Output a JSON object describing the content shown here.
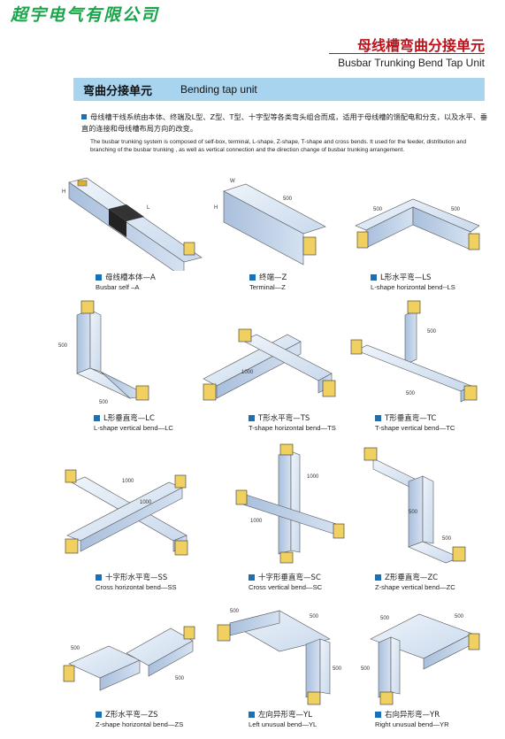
{
  "brand": "超宇电气有限公司",
  "header": {
    "title_cn": "母线槽弯曲分接单元",
    "title_en": "Busbar Trunking Bend Tap Unit"
  },
  "section": {
    "title_cn": "弯曲分接单元",
    "title_en": "Bending tap unit"
  },
  "intro": {
    "cn": "母线槽干线系统由本体、终端及L型、Z型、T型、十字型等各类弯头组合而成，适用于母线槽的馈配电和分支，以及水平、垂直的连接和母线槽布局方向的改变。",
    "en": "The busbar trunking system is composed of self-box, terminal, L-shape, Z-shape, T-shape and cross bends. It used for the feeder, distribution and branching of the busbar trunking , as well as vertical connection and the direction change of busbar trunking arrangement."
  },
  "dims": {
    "d500": "500",
    "d1000": "1000",
    "L": "L",
    "H": "H",
    "W": "W"
  },
  "figures": [
    {
      "cn": "母线槽本体—A",
      "en": "Busbar self –A"
    },
    {
      "cn": "终端—Z",
      "en": "Terminal—Z"
    },
    {
      "cn": "L形水平弯—LS",
      "en": "L-shape horizontal bend--LS"
    },
    {
      "cn": "L形垂直弯—LC",
      "en": "L-shape vertical bend—LC"
    },
    {
      "cn": "T形水平弯—TS",
      "en": "T-shape horizontal bend—TS"
    },
    {
      "cn": "T形垂直弯—TC",
      "en": "T-shape vertical bend—TC"
    },
    {
      "cn": "十字形水平弯—SS",
      "en": "Cross horizontal bend—SS"
    },
    {
      "cn": "十字形垂直弯—SC",
      "en": "Cross vertical bend—SC"
    },
    {
      "cn": "Z形垂直弯—ZC",
      "en": "Z-shape vertical bend—ZC"
    },
    {
      "cn": "Z形水平弯—ZS",
      "en": "Z-shape horizontal bend—ZS"
    },
    {
      "cn": "左向异形弯—YL",
      "en": "Left unusual bend—YL"
    },
    {
      "cn": "右向异形弯—YR",
      "en": "Right unusual bend—YR"
    }
  ]
}
